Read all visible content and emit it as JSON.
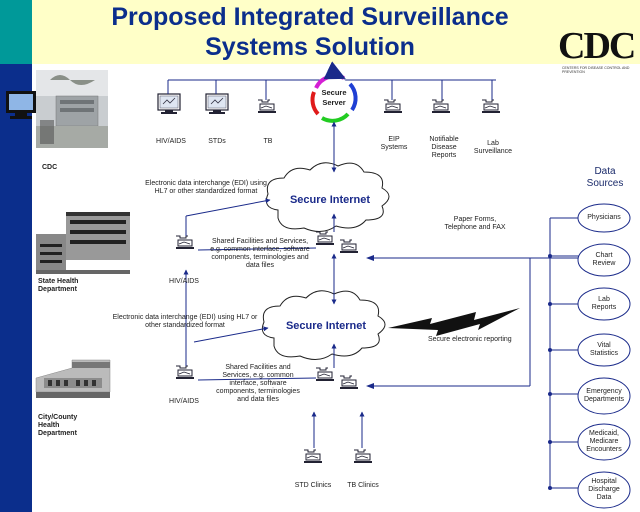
{
  "title": {
    "line1": "Proposed Integrated Surveillance",
    "line2": "Systems Solution"
  },
  "logo": {
    "text": "CDC",
    "subtext": "CENTERS FOR DISEASE CONTROL AND PREVENTION"
  },
  "labels": {
    "cdc": "CDC",
    "state": "State Health Department",
    "city": "City/County Health Department",
    "hiv_top": "HIV/AIDS",
    "stds": "STDs",
    "tb": "TB",
    "eip": "EIP Systems",
    "notifiable": "Notifiable Disease Reports",
    "lab_surv": "Lab Surveillance",
    "secure_server": "Secure Server",
    "internet1": "Secure Internet",
    "internet2": "Secure Internet",
    "edi1": "Electronic data interchange (EDI) using HL7 or other standardized format",
    "edi2": "Electronic data interchange (EDI) using HL7 or other standardized format",
    "shared1": "Shared Facilities and Services, e.g. common interface, software components, terminologies and data files",
    "shared2": "Shared Facilities and Services, e.g. common interface, software components, terminologies and data files",
    "hiv_state": "HIV/AIDS",
    "hiv_city": "HIV/AIDS",
    "paper": "Paper Forms, Telephone and FAX",
    "electronic_reporting": "Secure electronic reporting",
    "std_clinics": "STD Clinics",
    "tb_clinics": "TB Clinics"
  },
  "data_sources": {
    "header": "Data Sources",
    "items": [
      "Physicians",
      "Chart Review",
      "Lab Reports",
      "Vital Statistics",
      "Emergency Departments",
      "Medicaid, Medicare Encounters",
      "Hospital Discharge Data"
    ]
  },
  "colors": {
    "title": "#0b2e8c",
    "sidebar": "#0b2e8c",
    "accent_teal": "#009999",
    "header_bg": "#ffffc8",
    "line": "#1a2a8a"
  }
}
